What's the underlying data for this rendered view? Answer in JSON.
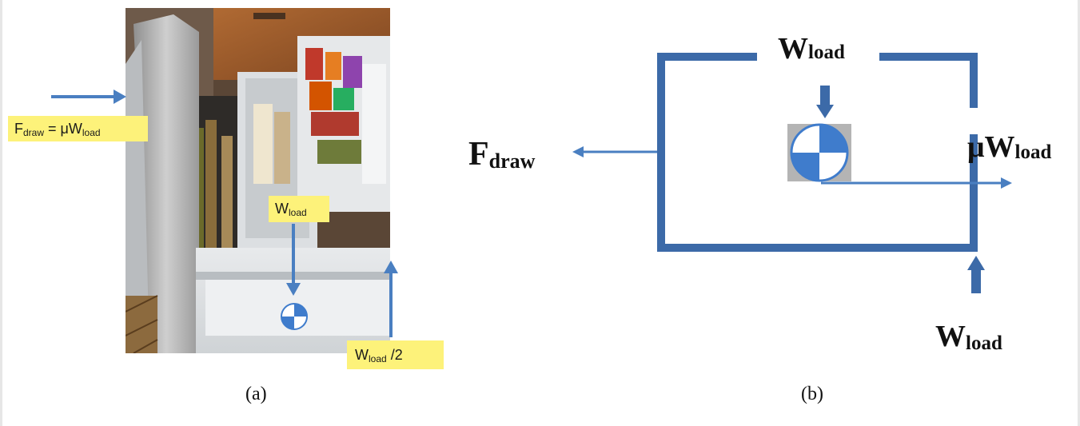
{
  "panel_a": {
    "caption": "(a)",
    "labels": {
      "fdraw_main": "F",
      "fdraw_sub": "draw",
      "fdraw_eq": " = μW",
      "fdraw_sub2": "load",
      "wload_main": "W",
      "wload_sub": "load",
      "half_main": "W",
      "half_sub": "load",
      "half_tail": " /2"
    }
  },
  "panel_b": {
    "caption": "(b)",
    "labels": {
      "wload_top_main": "W",
      "wload_top_sub": "load",
      "fdraw_main": "F",
      "fdraw_sub": "draw",
      "mu_main": "μW",
      "mu_sub": "load",
      "wload_bottom_main": "W",
      "wload_bottom_sub": "load"
    }
  },
  "colors": {
    "arrow_blue": "#4a7fc1",
    "box_blue": "#3c6aa8",
    "label_yellow": "#fdf27a",
    "cg_blue": "#3f7ccc"
  }
}
